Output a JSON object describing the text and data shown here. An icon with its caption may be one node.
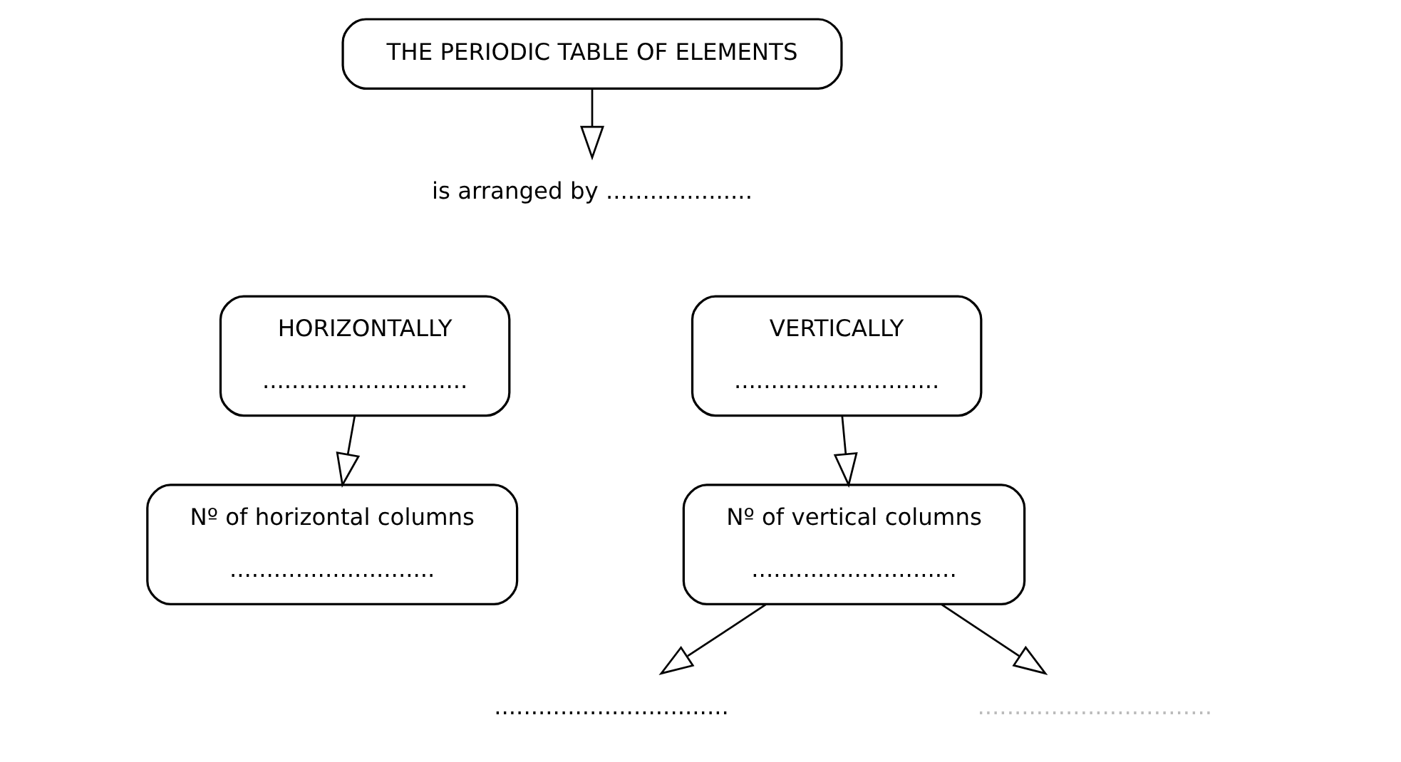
{
  "diagram": {
    "nodes": [
      {
        "text": [
          "THE PERIODIC TABLE OF ELEMENTS"
        ]
      },
      {
        "text": [
          "is arranged by ...................."
        ]
      },
      {
        "text": [
          "HORIZONTALLY",
          "............................"
        ]
      },
      {
        "text": [
          "VERTICALLY",
          "............................"
        ]
      },
      {
        "text": [
          "Nº of horizontal columns",
          "............................"
        ]
      },
      {
        "text": [
          "Nº of vertical columns",
          "............................"
        ]
      },
      {
        "text": [
          "................................"
        ]
      },
      {
        "text": [
          "................................"
        ]
      }
    ],
    "edges": [
      {
        "from": 0,
        "to": 1,
        "arrow": "to"
      },
      {
        "from": 2,
        "to": 4,
        "arrow": "to"
      },
      {
        "from": 3,
        "to": 5,
        "arrow": "to"
      },
      {
        "from": 5,
        "to": 6,
        "arrow": "to"
      },
      {
        "from": 5,
        "to": 7,
        "arrow": "to"
      }
    ]
  }
}
